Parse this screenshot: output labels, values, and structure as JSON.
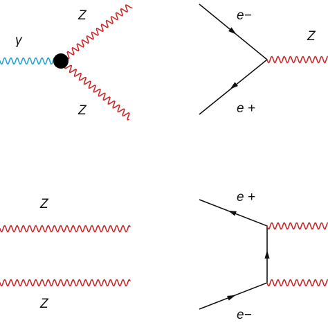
{
  "colors": {
    "photon": "#2ba3d4",
    "z_boson": "#cc2a2a",
    "fermion": "#111111",
    "vertex": "#000000"
  },
  "diagram_tl": {
    "photon_label": "γ",
    "z_upper_label": "Z",
    "z_lower_label": "Z"
  },
  "diagram_tr": {
    "electron_label": "e−",
    "positron_label": "e +",
    "z_label": "Z"
  },
  "diagram_bl": {
    "z_upper_label": "Z",
    "z_lower_label": "Z"
  },
  "diagram_br": {
    "positron_label": "e +",
    "electron_label": "e−"
  }
}
